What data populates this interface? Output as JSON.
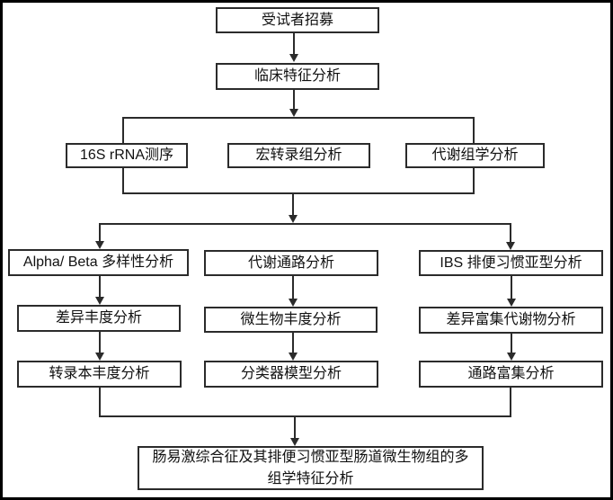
{
  "nodes": {
    "recruit": {
      "label": "受试者招募"
    },
    "clinical": {
      "label": "临床特征分析"
    },
    "rrna": {
      "label": "16S rRNA测序"
    },
    "metatranscriptome": {
      "label": "宏转录组分析"
    },
    "metabolomics": {
      "label": "代谢组学分析"
    },
    "diversity": {
      "label": "Alpha/ Beta 多样性分析"
    },
    "metabolic_pathway": {
      "label": "代谢通路分析"
    },
    "ibs_subtype": {
      "label": "IBS 排便习惯亚型分析"
    },
    "diff_abundance": {
      "label": "差异丰度分析"
    },
    "microbe_abundance": {
      "label": "微生物丰度分析"
    },
    "diff_metabolites": {
      "label": "差异富集代谢物分析"
    },
    "transcript_abundance": {
      "label": "转录本丰度分析"
    },
    "classifier_model": {
      "label": "分类器模型分析"
    },
    "pathway_enrichment": {
      "label": "通路富集分析"
    },
    "final": {
      "label": "肠易激综合征及其排便习惯亚型肠道微生物组的多组学特征分析"
    }
  },
  "colors": {
    "stroke": "#2b2b2b",
    "canvas_border": "#000000",
    "background": "#ffffff",
    "text": "#111111"
  }
}
